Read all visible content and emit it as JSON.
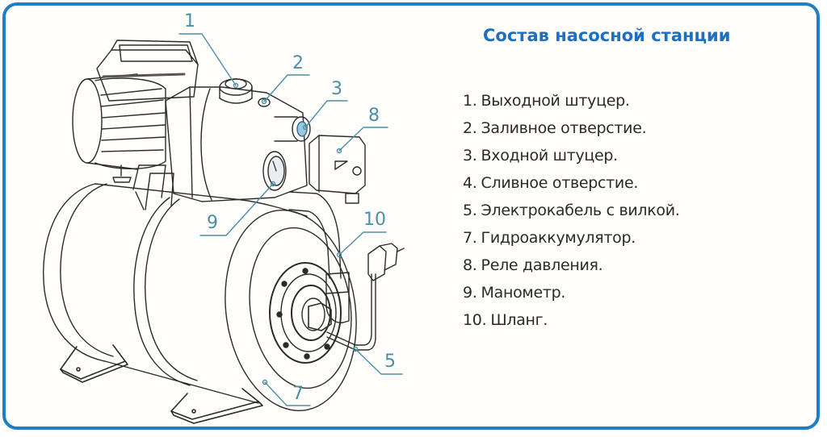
{
  "title": "Состав насосной станции",
  "colors": {
    "frame_border": "#1e7fc4",
    "title": "#1f6fc0",
    "callout": "#4a8fa8",
    "text": "#2a2a2a"
  },
  "legend": [
    {
      "num": "1.",
      "label": "Выходной штуцер."
    },
    {
      "num": "2.",
      "label": "Заливное отверстие."
    },
    {
      "num": "3.",
      "label": "Входной штуцер."
    },
    {
      "num": "4.",
      "label": "Сливное отверстие."
    },
    {
      "num": "5.",
      "label": "Электрокабель с вилкой."
    },
    {
      "num": "7.",
      "label": "Гидроаккумулятор."
    },
    {
      "num": "8.",
      "label": "Реле давления."
    },
    {
      "num": "9.",
      "label": "Манометр."
    },
    {
      "num": "10.",
      "label": "Шланг."
    }
  ],
  "callouts": [
    {
      "id": "1",
      "label": "1"
    },
    {
      "id": "2",
      "label": "2"
    },
    {
      "id": "3",
      "label": "3"
    },
    {
      "id": "8",
      "label": "8"
    },
    {
      "id": "9",
      "label": "9"
    },
    {
      "id": "10",
      "label": "10"
    },
    {
      "id": "5",
      "label": "5"
    },
    {
      "id": "7",
      "label": "7"
    }
  ],
  "drawing": {
    "subject": "pump-station-illustration",
    "parts": [
      "motor",
      "pump-housing",
      "pressure-gauge",
      "pressure-switch",
      "hose",
      "power-cable-with-plug",
      "hydraulic-accumulator-tank",
      "tank-feet"
    ]
  }
}
